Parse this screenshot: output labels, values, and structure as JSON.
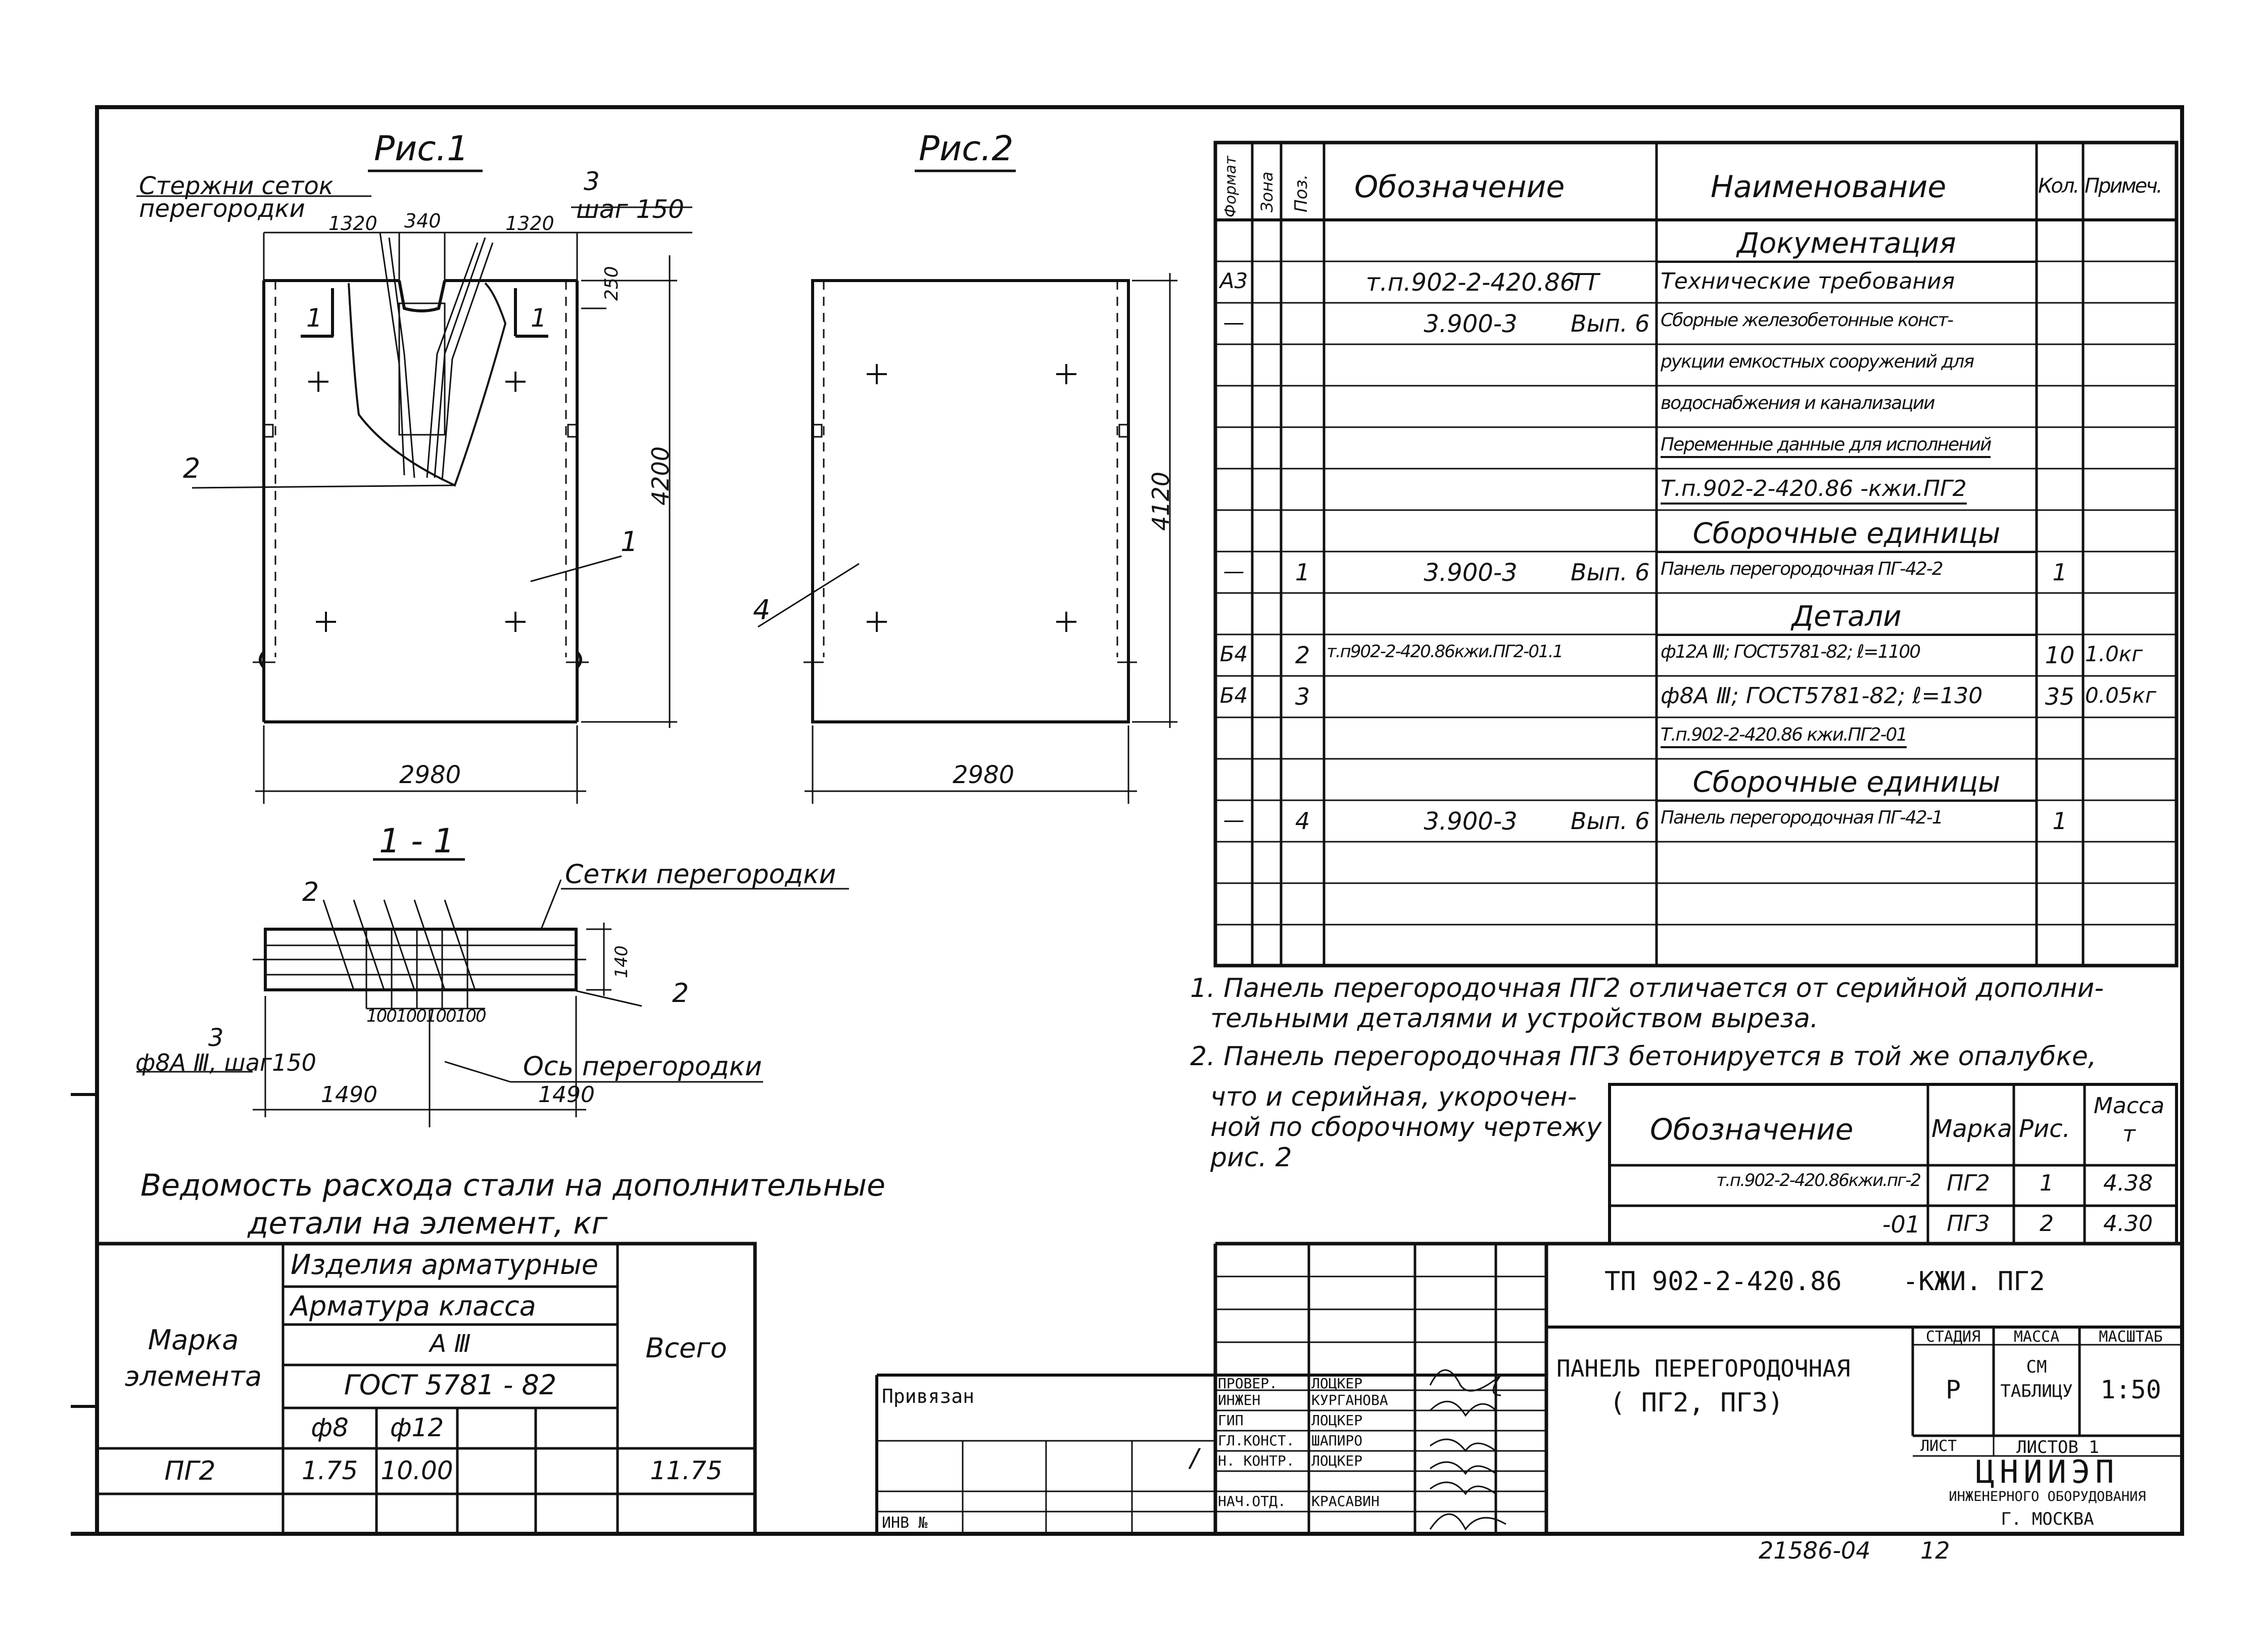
{
  "fig1": {
    "title": "Рис.1",
    "label_rods_line1": "Стержни сеток",
    "label_rods_line2": "перегородки",
    "dim_1320a": "1320",
    "dim_340": "340",
    "dim_1320b": "1320",
    "dim_3": "3",
    "dim_step": "шаг 150",
    "dim_250": "250",
    "dim_4200": "4200",
    "dim_2980": "2980",
    "sec_mark_left": "1",
    "sec_mark_right": "1",
    "pos_2": "2",
    "pos_1": "1"
  },
  "fig2": {
    "title": "Рис.2",
    "dim_4120": "4120",
    "dim_2980": "2980",
    "pos_4": "4"
  },
  "section": {
    "title": "1 - 1",
    "label_nets": "Сетки перегородки",
    "pos_2a": "2",
    "pos_2b": "2",
    "dim_140": "140",
    "dims_100": "100100100100",
    "pos_3": "3",
    "rebar_step": "ф8А Ⅲ, шаг150",
    "axis_label": "Ось перегородки",
    "dim_1490a": "1490",
    "dim_1490b": "1490"
  },
  "spec": {
    "headers": {
      "format": "Формат",
      "zone": "Зона",
      "pos": "Поз.",
      "designation": "Обозначение",
      "name": "Наименование",
      "qty": "Кол.",
      "note": "Примеч."
    },
    "rows": [
      {
        "format": "",
        "zone": "",
        "pos": "",
        "des": "",
        "vyp": "",
        "name": "Документация",
        "qty": "",
        "note": "",
        "heading": true
      },
      {
        "format": "А3",
        "zone": "",
        "pos": "",
        "des": "т.п.902-2-420.86",
        "vyp": "ТТ",
        "name": "Технические требования",
        "qty": "",
        "note": ""
      },
      {
        "format": "—",
        "zone": "",
        "pos": "",
        "des": "3.900-3",
        "vyp": "Вып. 6",
        "name": "Сборные железобетонные конст-",
        "qty": "",
        "note": ""
      },
      {
        "format": "",
        "zone": "",
        "pos": "",
        "des": "",
        "vyp": "",
        "name": "рукции емкостных сооружений для",
        "qty": "",
        "note": ""
      },
      {
        "format": "",
        "zone": "",
        "pos": "",
        "des": "",
        "vyp": "",
        "name": "водоснабжения и канализации",
        "qty": "",
        "note": ""
      },
      {
        "format": "",
        "zone": "",
        "pos": "",
        "des": "",
        "vyp": "",
        "name": "Переменные данные для исполнений",
        "qty": "",
        "note": "",
        "underline": true
      },
      {
        "format": "",
        "zone": "",
        "pos": "",
        "des": "",
        "vyp": "",
        "name": "Т.п.902-2-420.86  -кжи.ПГ2",
        "qty": "",
        "note": "",
        "underline": true
      },
      {
        "format": "",
        "zone": "",
        "pos": "",
        "des": "",
        "vyp": "",
        "name": "Сборочные единицы",
        "qty": "",
        "note": "",
        "heading": true
      },
      {
        "format": "—",
        "zone": "",
        "pos": "1",
        "des": "3.900-3",
        "vyp": "Вып. 6",
        "name": "Панель перегородочная ПГ-42-2",
        "qty": "1",
        "note": ""
      },
      {
        "format": "",
        "zone": "",
        "pos": "",
        "des": "",
        "vyp": "",
        "name": "Детали",
        "qty": "",
        "note": "",
        "heading": true
      },
      {
        "format": "Б4",
        "zone": "",
        "pos": "2",
        "des": "т.п902-2-420.86кжи.ПГ2-01.1",
        "vyp": "",
        "name": "ф12А Ⅲ; ГОСТ5781-82; ℓ=1100",
        "qty": "10",
        "note": "1.0кг"
      },
      {
        "format": "Б4",
        "zone": "",
        "pos": "3",
        "des": "",
        "vyp": "",
        "name": "ф8А Ⅲ; ГОСТ5781-82; ℓ=130",
        "qty": "35",
        "note": "0.05кг"
      },
      {
        "format": "",
        "zone": "",
        "pos": "",
        "des": "",
        "vyp": "",
        "name": "Т.п.902-2-420.86  кжи.ПГ2-01",
        "qty": "",
        "note": "",
        "underline": true
      },
      {
        "format": "",
        "zone": "",
        "pos": "",
        "des": "",
        "vyp": "",
        "name": "Сборочные единицы",
        "qty": "",
        "note": "",
        "heading": true
      },
      {
        "format": "—",
        "zone": "",
        "pos": "4",
        "des": "3.900-3",
        "vyp": "Вып. 6",
        "name": "Панель перегородочная ПГ-42-1",
        "qty": "1",
        "note": ""
      },
      {
        "format": "",
        "zone": "",
        "pos": "",
        "des": "",
        "vyp": "",
        "name": "",
        "qty": "",
        "note": ""
      },
      {
        "format": "",
        "zone": "",
        "pos": "",
        "des": "",
        "vyp": "",
        "name": "",
        "qty": "",
        "note": ""
      },
      {
        "format": "",
        "zone": "",
        "pos": "",
        "des": "",
        "vyp": "",
        "name": "",
        "qty": "",
        "note": ""
      }
    ]
  },
  "notes": {
    "n1_line1": "1. Панель перегородочная ПГ2 отличается от серийной дополни-",
    "n1_line2": "тельными деталями и устройством выреза.",
    "n2_line1": "2. Панель перегородочная ПГ3 бетонируется в той же опалубке,",
    "n2_line2": "что и серийная, укорочен-",
    "n2_line3": "ной по сборочному чертежу",
    "n2_line4": "рис. 2"
  },
  "mini_table": {
    "headers": {
      "designation": "Обозначение",
      "mark": "Марка",
      "fig": "Рис.",
      "mass": "Масса т"
    },
    "rows": [
      {
        "designation": "т.п.902-2-420.86кжи.пг-2",
        "mark": "ПГ2",
        "fig": "1",
        "mass": "4.38"
      },
      {
        "designation": "-01",
        "mark": "ПГ3",
        "fig": "2",
        "mass": "4.30"
      }
    ]
  },
  "steel": {
    "title_line1": "Ведомость расхода стали на дополнительные",
    "title_line2": "детали на элемент, кг",
    "h_mark": "Марка элемента",
    "h_items": "Изделия арматурные",
    "h_class": "Арматура класса",
    "h_class_val": "А Ⅲ",
    "h_gost": "ГОСТ 5781 - 82",
    "h_d8": "ф8",
    "h_d12": "ф12",
    "h_total": "Всего",
    "row_mark": "ПГ2",
    "row_d8": "1.75",
    "row_d12": "10.00",
    "row_total": "11.75"
  },
  "title_block": {
    "doc_code": "ТП 902-2-420.86",
    "doc_suffix": "-КЖИ. ПГ2",
    "name_line1": "ПАНЕЛЬ ПЕРЕГОРОДОЧНАЯ",
    "name_line2": "( ПГ2, ПГ3)",
    "stage_h": "СТАДИЯ",
    "mass_h": "МАССА",
    "scale_h": "МАСШТАБ",
    "stage_v": "Р",
    "mass_v": "СМ ТАБЛИЦУ",
    "scale_v": "1:50",
    "sheet_h": "ЛИСТ",
    "sheets_h": "ЛИСТОВ 1",
    "org1": "ЦНИИЭП",
    "org2": "ИНЖЕНЕРНОГО ОБОРУДОВАНИЯ",
    "org3": "Г. МОСКВА",
    "privyazan": "Привязан",
    "inv": "ИНВ №",
    "roles": [
      {
        "role": "ПРОВЕР.",
        "name": "ЛОЦКЕР"
      },
      {
        "role": "ИНЖЕН",
        "name": "КУРГАНОВА"
      },
      {
        "role": "ГИП",
        "name": "ЛОЦКЕР"
      },
      {
        "role": "ГЛ.КОНСТ.",
        "name": "ШАПИРО"
      },
      {
        "role": "Н. КОНТР.",
        "name": "ЛОЦКЕР"
      },
      {
        "role": "НАЧ.ОТД.",
        "name": "КРАСАВИН"
      }
    ],
    "slash": "/"
  },
  "footer": {
    "code": "21586-04",
    "page": "12"
  }
}
